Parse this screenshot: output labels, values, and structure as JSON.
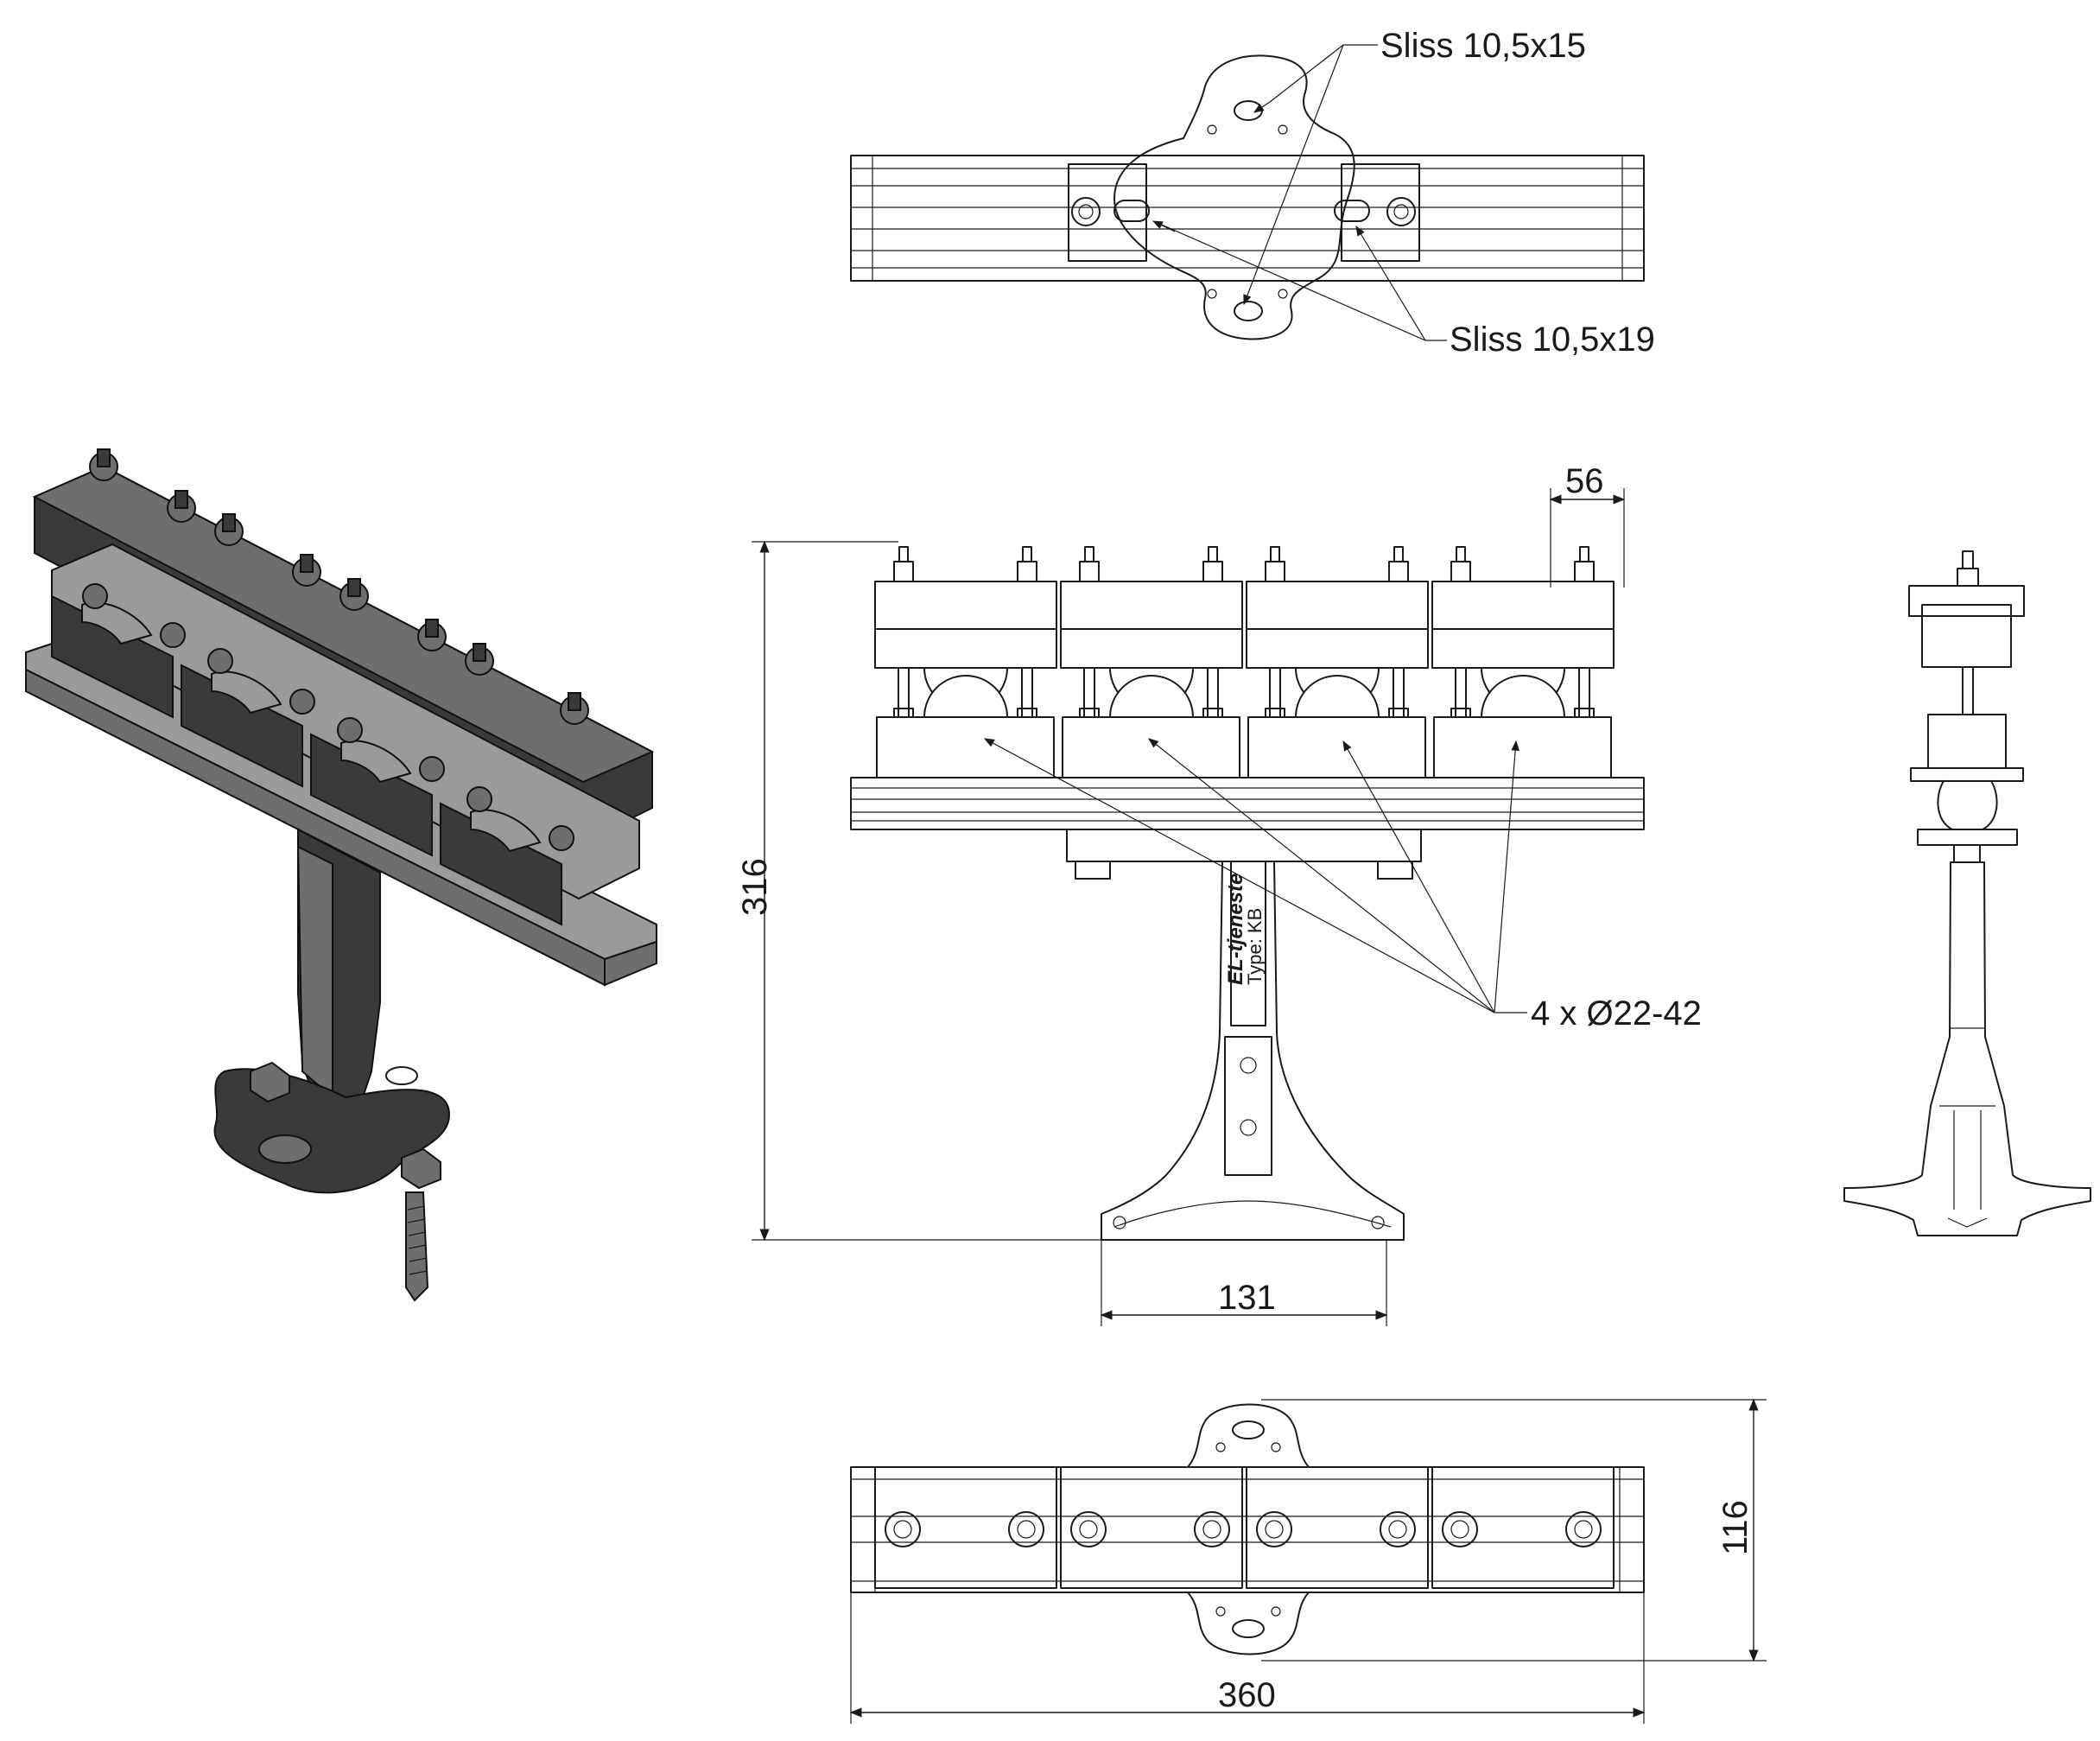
{
  "annotations": {
    "slot_top": "Sliss 10,5x15",
    "slot_side": "Sliss 10,5x19",
    "clamp_range": "4 x Ø22-42",
    "stand_marking_line1": "EL-tjeneste",
    "stand_marking_line2": "Type: KB"
  },
  "dimensions": {
    "height": "316",
    "base_width": "131",
    "side_width": "56",
    "depth": "116",
    "length": "360"
  }
}
